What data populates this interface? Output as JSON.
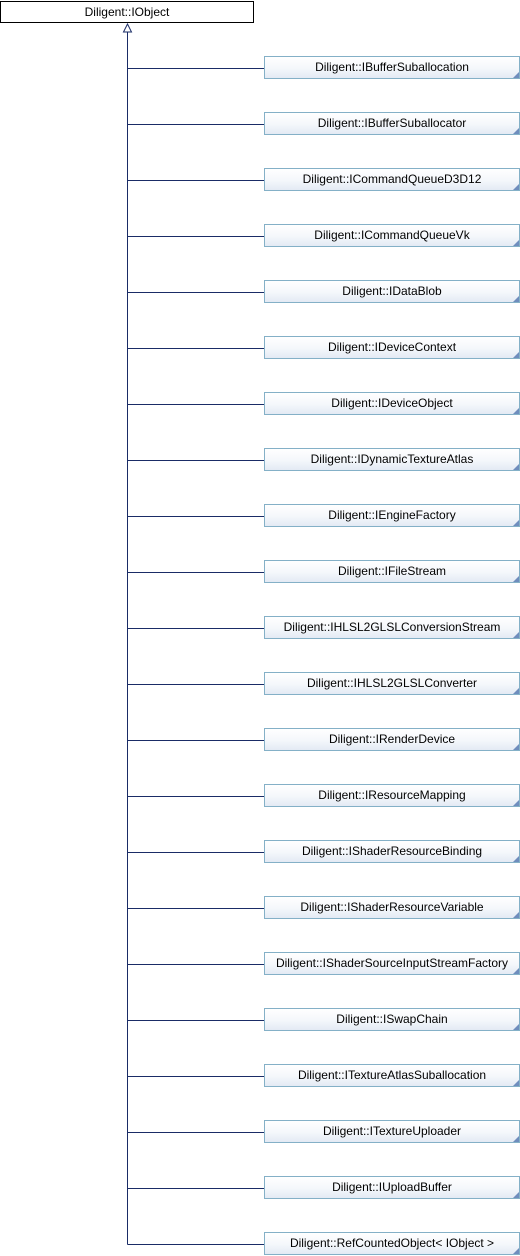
{
  "root": {
    "label": "Diligent::IObject"
  },
  "children": [
    {
      "label": "Diligent::IBufferSuballocation"
    },
    {
      "label": "Diligent::IBufferSuballocator"
    },
    {
      "label": "Diligent::ICommandQueueD3D12"
    },
    {
      "label": "Diligent::ICommandQueueVk"
    },
    {
      "label": "Diligent::IDataBlob"
    },
    {
      "label": "Diligent::IDeviceContext"
    },
    {
      "label": "Diligent::IDeviceObject"
    },
    {
      "label": "Diligent::IDynamicTextureAtlas"
    },
    {
      "label": "Diligent::IEngineFactory"
    },
    {
      "label": "Diligent::IFileStream"
    },
    {
      "label": "Diligent::IHLSL2GLSLConversionStream"
    },
    {
      "label": "Diligent::IHLSL2GLSLConverter"
    },
    {
      "label": "Diligent::IRenderDevice"
    },
    {
      "label": "Diligent::IResourceMapping"
    },
    {
      "label": "Diligent::IShaderResourceBinding"
    },
    {
      "label": "Diligent::IShaderResourceVariable"
    },
    {
      "label": "Diligent::IShaderSourceInputStreamFactory"
    },
    {
      "label": "Diligent::ISwapChain"
    },
    {
      "label": "Diligent::ITextureAtlasSuballocation"
    },
    {
      "label": "Diligent::ITextureUploader"
    },
    {
      "label": "Diligent::IUploadBuffer"
    },
    {
      "label": "Diligent::RefCountedObject< IObject >"
    }
  ],
  "colors": {
    "line": "#1a2c66",
    "child_border": "#84b0c7",
    "child_fill_bottom": "#e3eaf4",
    "root_border": "#000000"
  }
}
